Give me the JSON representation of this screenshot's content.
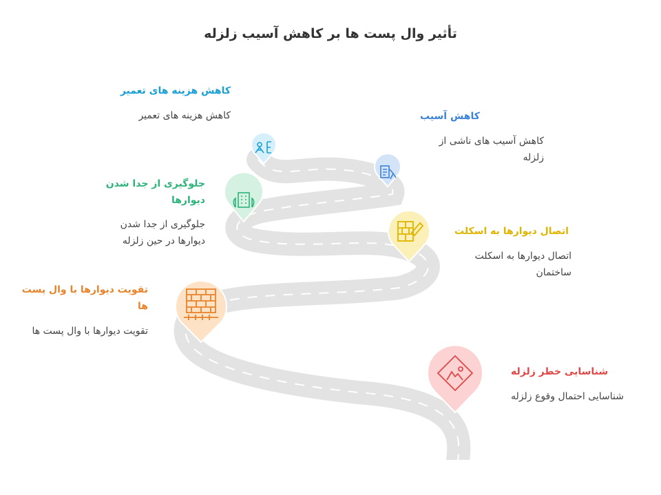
{
  "title": "تأثیر وال پست ها بر کاهش آسیب زلزله",
  "steps": [
    {
      "title": "کاهش هزینه های تعمیر",
      "desc": "کاهش هزینه های تعمیر",
      "color": "#1a9fd4",
      "icon": "repair-cost-icon"
    },
    {
      "title": "کاهش آسیب",
      "desc": "کاهش آسیب های ناشی از زلزله",
      "color": "#3c82d8",
      "icon": "damage-reduction-icon"
    },
    {
      "title": "جلوگیری از جدا شدن دیوارها",
      "desc": "جلوگیری از جدا شدن دیوارها در حین زلزله",
      "color": "#2db37a",
      "icon": "building-icon"
    },
    {
      "title": "اتصال دیوارها به اسکلت",
      "desc": "اتصال دیوارها به اسکلت ساختمان",
      "color": "#e0b400",
      "icon": "wall-trowel-icon"
    },
    {
      "title": "تقویت دیوارها با وال پست ها",
      "desc": "تقویت دیوارها با وال پست ها",
      "color": "#e8832a",
      "icon": "brick-wall-icon"
    },
    {
      "title": "شناسایی خطر زلزله",
      "desc": "شناسایی احتمال وقوع زلزله",
      "color": "#e04848",
      "icon": "earthquake-warning-icon"
    }
  ]
}
